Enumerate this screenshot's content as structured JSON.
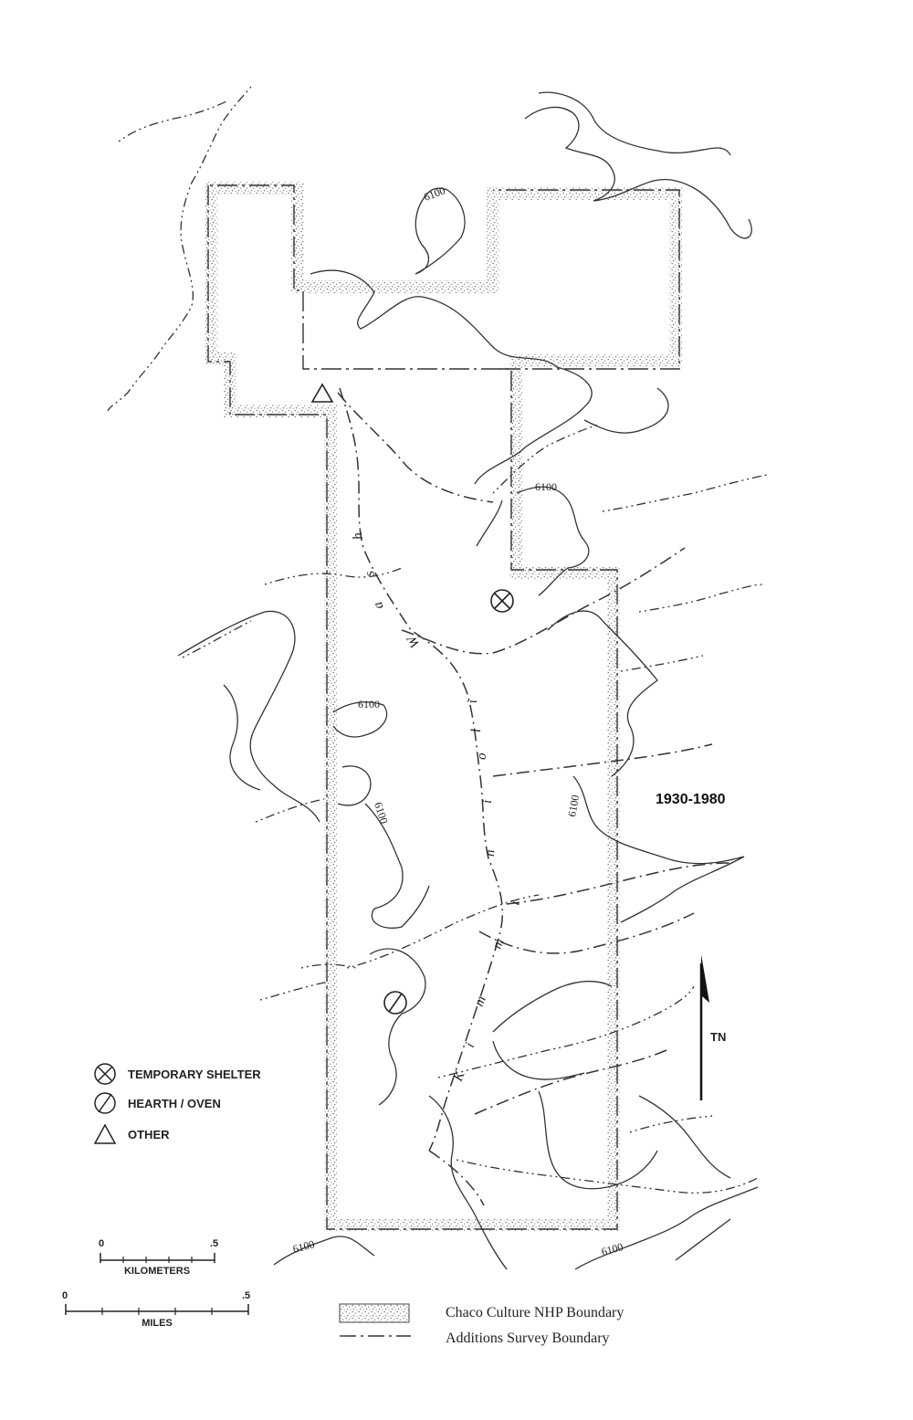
{
  "map": {
    "period": "1930-1980",
    "north_label": "TN",
    "contour_label": "6100",
    "wash_letters": [
      "K",
      "i",
      "m",
      "m",
      "i",
      "n",
      "i",
      "o",
      "l",
      "i",
      "W",
      "a",
      "s",
      "h"
    ],
    "symbols": {
      "temporary_shelter": "circle-x-icon",
      "hearth_oven": "circle-slash-icon",
      "other": "triangle-icon"
    }
  },
  "legend": {
    "items": [
      {
        "symbol": "circle-x-icon",
        "label": "TEMPORARY SHELTER"
      },
      {
        "symbol": "circle-slash-icon",
        "label": "HEARTH / OVEN"
      },
      {
        "symbol": "triangle-icon",
        "label": "OTHER"
      }
    ],
    "boundaries": [
      {
        "label": "Chaco Culture NHP Boundary"
      },
      {
        "label": "Additions Survey Boundary"
      }
    ]
  },
  "scales": {
    "kilometers": {
      "label": "KILOMETERS",
      "start": "0",
      "end": ".5"
    },
    "miles": {
      "label": "MILES",
      "start": "0",
      "end": ".5"
    }
  },
  "colors": {
    "ink": "#333333",
    "stipple": "#8a8a8a",
    "paper": "#ffffff"
  }
}
